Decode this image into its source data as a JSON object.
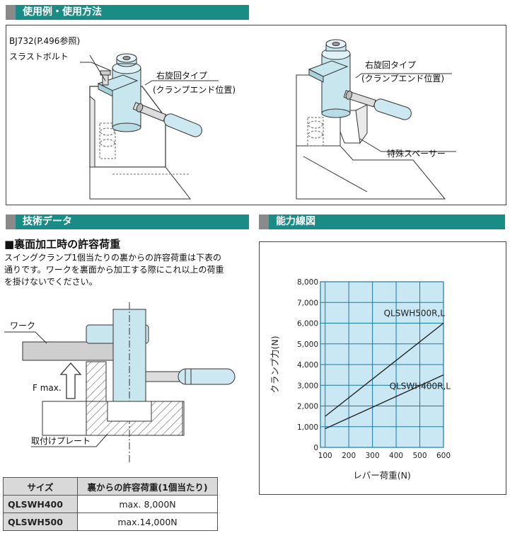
{
  "sections": {
    "usage": "使用例・使用方法",
    "tech": "技術データ",
    "capacity": "能力線図"
  },
  "usage_labels": {
    "bj732": "BJ732(P.496参照)",
    "thrust_bolt": "スラストボルト",
    "right_type_1": "右旋回タイプ",
    "clamp_end_1": "(クランプエンド位置)",
    "right_type_2": "右旋回タイプ",
    "clamp_end_2": "(クランプエンド位置)",
    "spacer": "特殊スペーサー"
  },
  "tech": {
    "subhead": "■裏面加工時の許容荷重",
    "desc_lines": [
      "スイングクランプ1個当たりの裏からの許容荷重は下表の",
      "通りです。ワークを裏面から加工する際にこれ以上の荷重",
      "を掛けないでください。"
    ],
    "work_label": "ワーク",
    "fmax_label": "F max.",
    "plate_label": "取付けプレート"
  },
  "table": {
    "headers": [
      "サイズ",
      "裏からの許容荷重(1個当たり)"
    ],
    "rows": [
      {
        "size": "QLSWH400",
        "value": "max.  8,000N"
      },
      {
        "size": "QLSWH500",
        "value": "max.14,000N"
      }
    ]
  },
  "chart_data": {
    "type": "line",
    "xlabel": "レバー荷重(N)",
    "ylabel": "クランプ力(N)",
    "xlim": [
      80,
      600
    ],
    "ylim": [
      0,
      8000
    ],
    "x_ticks": [
      100,
      200,
      300,
      400,
      500,
      600
    ],
    "y_ticks": [
      0,
      1000,
      2000,
      3000,
      4000,
      5000,
      6000,
      7000,
      8000
    ],
    "x_tick_labels": [
      "100",
      "200",
      "300",
      "400",
      "500",
      "600"
    ],
    "y_tick_labels": [
      "0",
      "1,000",
      "2,000",
      "3,000",
      "4,000",
      "5,000",
      "6,000",
      "7,000",
      "8,000"
    ],
    "grid": true,
    "series": [
      {
        "name": "QLSWH500R,L",
        "x": [
          100,
          600
        ],
        "y": [
          1500,
          6000
        ]
      },
      {
        "name": "QLSWH400R,L",
        "x": [
          100,
          600
        ],
        "y": [
          900,
          3500
        ]
      }
    ],
    "colors": {
      "plot_bg": "#c9e8f4",
      "grid": "#1a7aa6",
      "line": "#222222"
    }
  }
}
